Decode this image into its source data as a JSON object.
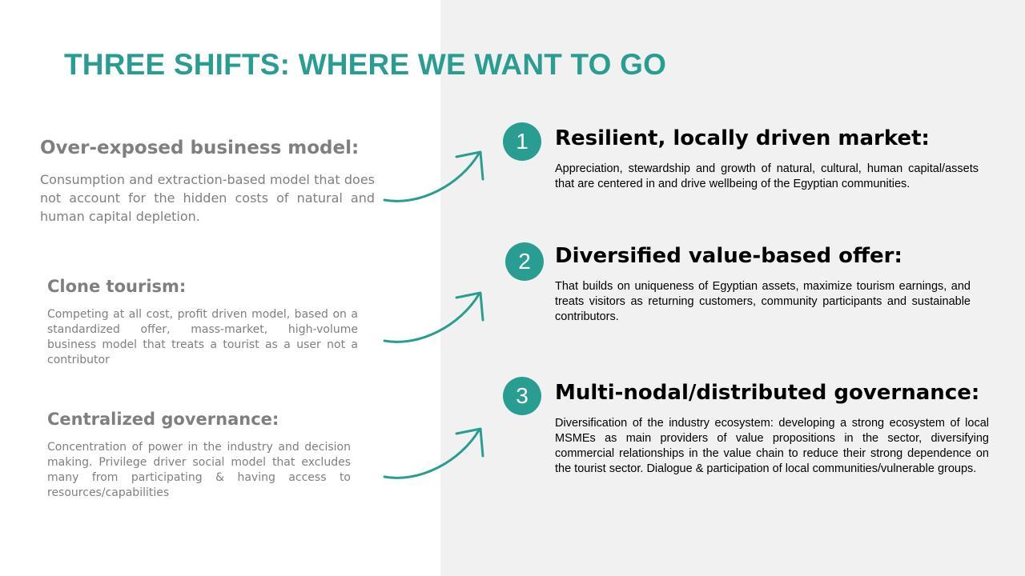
{
  "title": "THREE SHIFTS: WHERE WE WANT TO GO",
  "colors": {
    "accent": "#2a9d92",
    "muted_text": "#7f7f7f",
    "panel_bg": "#f1f1f1"
  },
  "current_state": [
    {
      "heading": "Over-exposed business model:",
      "text": "Consumption and extraction-based model that does not account for the hidden costs of natural and human capital depletion."
    },
    {
      "heading": "Clone tourism:",
      "text": "Competing at all cost, profit driven model, based on a standardized offer, mass-market, high-volume business model that treats a tourist as a user not a contributor"
    },
    {
      "heading": "Centralized governance:",
      "text": "Concentration of power in the industry and decision making. Privilege driver social model that excludes many from participating & having access to resources/capabilities"
    }
  ],
  "shifts": [
    {
      "number": "1",
      "heading": "Resilient, locally driven market:",
      "text": "Appreciation, stewardship and growth of natural, cultural, human capital/assets that are centered in and drive wellbeing of the Egyptian communities."
    },
    {
      "number": "2",
      "heading": "Diversified value-based offer:",
      "text": "That builds on uniqueness of Egyptian assets, maximize tourism earnings, and treats visitors as returning customers, community participants and sustainable contributors."
    },
    {
      "number": "3",
      "heading": "Multi-nodal/distributed governance:",
      "text": "Diversification of the industry ecosystem: developing a strong ecosystem of local MSMEs as main providers of value propositions in the sector, diversifying commercial relationships in the value chain to reduce their strong dependence on the tourist sector. Dialogue & participation of local communities/vulnerable groups."
    }
  ]
}
